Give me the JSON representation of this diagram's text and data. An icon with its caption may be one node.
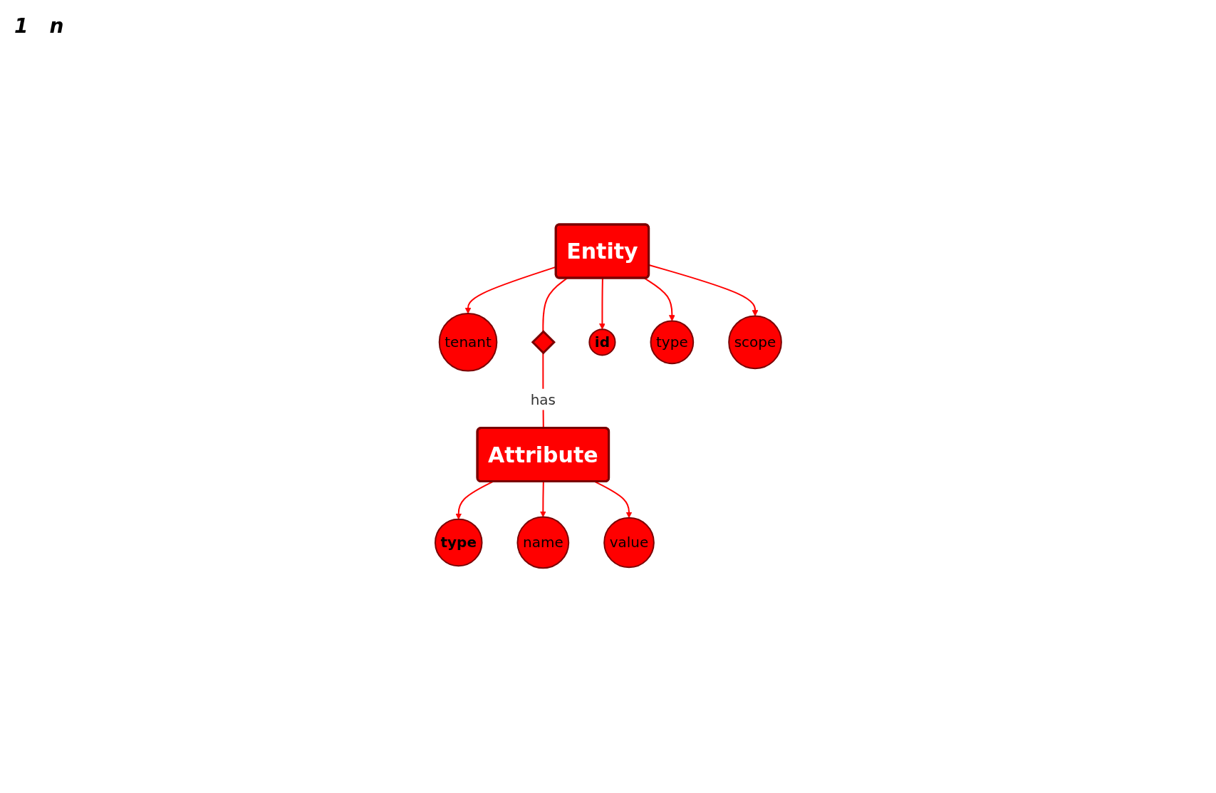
{
  "diagram": {
    "nodes": [
      {
        "text": [
          "tenant"
        ]
      },
      {
        "text": [
          "Entity"
        ]
      },
      {
        "text": [],
        "shape": "diamond"
      },
      {
        "text": [
          "Attribute"
        ]
      },
      {
        "text": [
          "id"
        ]
      },
      {
        "text": [
          "type"
        ]
      },
      {
        "text": [
          "scope"
        ]
      },
      {
        "text": [
          "type"
        ]
      },
      {
        "text": [
          "name"
        ]
      },
      {
        "text": [
          "value"
        ]
      }
    ],
    "edges": [
      {
        "from": 1,
        "to": 0,
        "arrow": "to"
      },
      {
        "from": 1,
        "to": 2,
        "arrow": "none"
      },
      {
        "from": 2,
        "to": 3,
        "arrow": "none",
        "label": "has"
      },
      {
        "from": 1,
        "to": 4,
        "arrow": "to"
      },
      {
        "from": 1,
        "to": 5,
        "arrow": "to"
      },
      {
        "from": 1,
        "to": 6,
        "arrow": "to"
      },
      {
        "from": 3,
        "to": 7,
        "arrow": "to"
      },
      {
        "from": 3,
        "to": 8,
        "arrow": "to"
      },
      {
        "from": 3,
        "to": 9,
        "arrow": "to"
      }
    ],
    "labels": [
      "1",
      "n"
    ]
  }
}
